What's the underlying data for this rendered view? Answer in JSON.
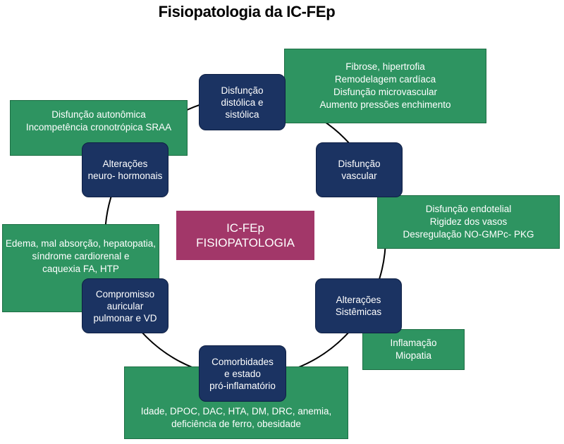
{
  "title": "Fisiopatologia da IC-FEp",
  "center": {
    "line1": "IC-FEp",
    "line2": "FISIOPATOLOGIA"
  },
  "nodes": {
    "diastolic": [
      "Disfunção",
      "distólica e",
      "sistólica"
    ],
    "vascular": [
      "Disfunção",
      "vascular"
    ],
    "systemic": [
      "Alterações",
      "Sistêmicas"
    ],
    "comorbid": [
      "Comorbidades",
      "e estado",
      "pró-inflamatório"
    ],
    "atrial": [
      "Compromisso",
      "auricular",
      "pulmonar e VD"
    ],
    "neuro": [
      "Alterações",
      "neuro- hormonais"
    ]
  },
  "details": {
    "diastolic": [
      "Fibrose, hipertrofia",
      "Remodelagem cardíaca",
      "Disfunção microvascular",
      "Aumento pressões enchimento"
    ],
    "vascular": [
      "Disfunção endotelial",
      "Rigidez dos vasos",
      "Desregulação NO-GMPc- PKG"
    ],
    "systemic": [
      "Inflamação",
      "Miopatia"
    ],
    "comorbid": [
      "Idade, DPOC, DAC, HTA, DM, DRC, anemia,",
      "deficiência de ferro, obesidade"
    ],
    "atrial": [
      "Edema, mal absorção, hepatopatia,",
      "síndrome cardiorenal e",
      "caquexia FA, HTP"
    ],
    "neuro": [
      "Disfunção autonômica",
      "Incompetência cronotrópica SRAA"
    ]
  },
  "colors": {
    "green": "#2e9461",
    "navy": "#1b3362",
    "center": "#a23769"
  }
}
